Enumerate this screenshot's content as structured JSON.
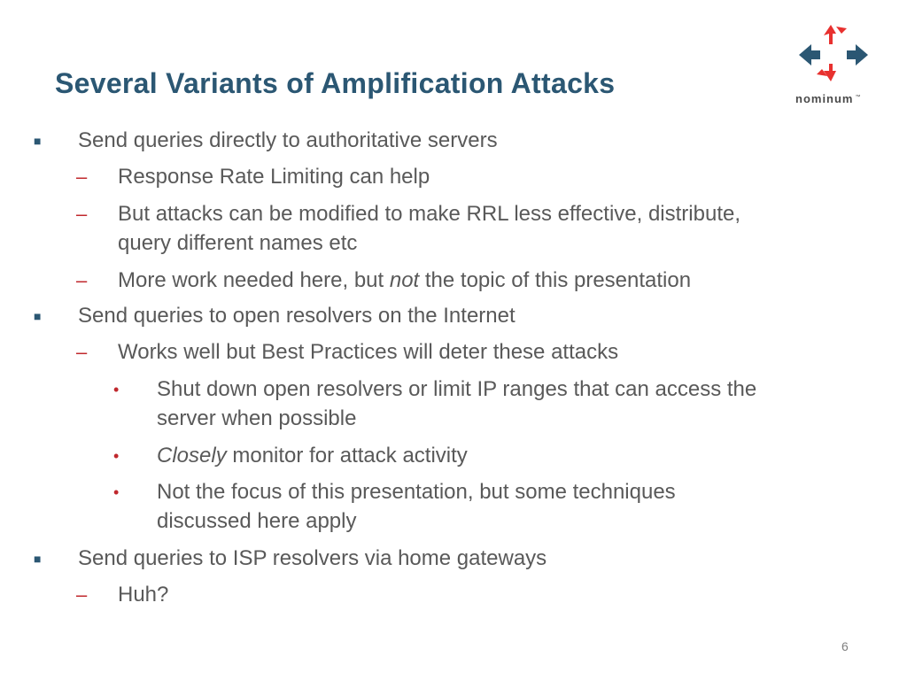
{
  "slide": {
    "title": "Several Variants of Amplification Attacks",
    "page_number": "6"
  },
  "logo": {
    "text": "nominum",
    "tm": "™",
    "colors": {
      "red": "#e8312f",
      "blue": "#2b5773"
    }
  },
  "markers": {
    "level1": "■",
    "level2": "–",
    "level3": "•"
  },
  "bullets": [
    {
      "text": "Send queries directly to authoritative servers"
    },
    {
      "text": "Response Rate Limiting can help"
    },
    {
      "line1": "But attacks can be modified to make RRL less effective, distribute,",
      "line2": "query different names etc"
    },
    {
      "pre": "More work needed here, but ",
      "em": "not",
      "post": " the topic of this presentation"
    },
    {
      "text": "Send queries to open resolvers on the Internet"
    },
    {
      "text": "Works well but Best Practices will deter these attacks"
    },
    {
      "line1": "Shut down open resolvers or limit IP ranges that can access the",
      "line2": "server  when possible"
    },
    {
      "em": "Closely",
      "post": " monitor for attack activity"
    },
    {
      "line1": "Not the focus of this presentation, but some techniques",
      "line2": "discussed here apply"
    },
    {
      "text": "Send queries to ISP resolvers via home gateways"
    },
    {
      "text": "Huh?"
    }
  ]
}
